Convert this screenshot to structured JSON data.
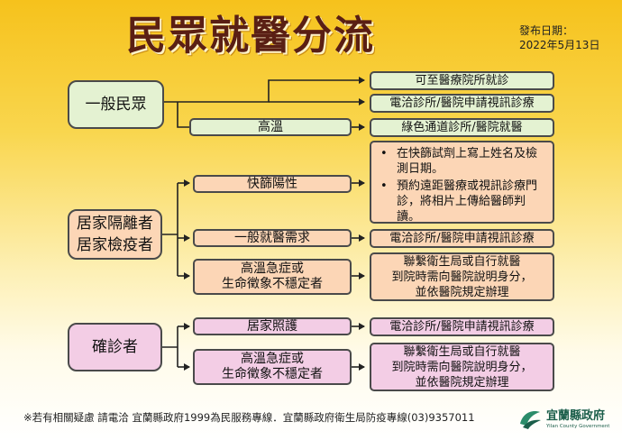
{
  "header": {
    "title": "民眾就醫分流",
    "publish_label": "發布日期：",
    "publish_date": "2022年5月13日"
  },
  "groups": {
    "general": {
      "label": "一般民眾",
      "results": [
        "可至醫療院所就診",
        "電洽診所/醫院申請視訊診療"
      ],
      "condition": "高溫",
      "condition_result": "綠色通道診所/醫院就醫"
    },
    "isolation": {
      "label_line1": "居家隔離者",
      "label_line2": "居家檢疫者",
      "rapid_test": "快篩陽性",
      "rapid_test_bullets": [
        "在快篩試劑上寫上姓名及檢測日期。",
        "預約遠距醫療或視訊診療門診，將相片上傳給醫師判讀。"
      ],
      "general_need": "一般就醫需求",
      "general_need_result": "電洽診所/醫院申請視訊診療",
      "emergency_line1": "高溫急症或",
      "emergency_line2": "生命徵象不穩定者",
      "emergency_result_lines": [
        "聯繫衛生局或自行就醫",
        "到院時需向醫院說明身分，",
        "並依醫院規定辦理"
      ]
    },
    "confirmed": {
      "label": "確診者",
      "home_care": "居家照護",
      "home_care_result": "電洽診所/醫院申請視訊診療",
      "emergency_line1": "高溫急症或",
      "emergency_line2": "生命徵象不穩定者",
      "emergency_result_lines": [
        "聯繫衛生局或自行就醫",
        "到院時需向醫院說明身分，",
        "並依醫院規定辦理"
      ]
    }
  },
  "footer": {
    "note": "※若有相關疑慮 請電洽  宜蘭縣政府1999為民服務專線．宜蘭縣政府衛生局防疫專線(03)9357011",
    "logo_cn": "宜蘭縣政府",
    "logo_en": "Yilan County Government"
  },
  "colors": {
    "general_green": "#e4f2d2",
    "isolation_orange": "#fcd6b6",
    "confirmed_pink": "#f3cde5",
    "title_brown": "#5a1f14"
  }
}
